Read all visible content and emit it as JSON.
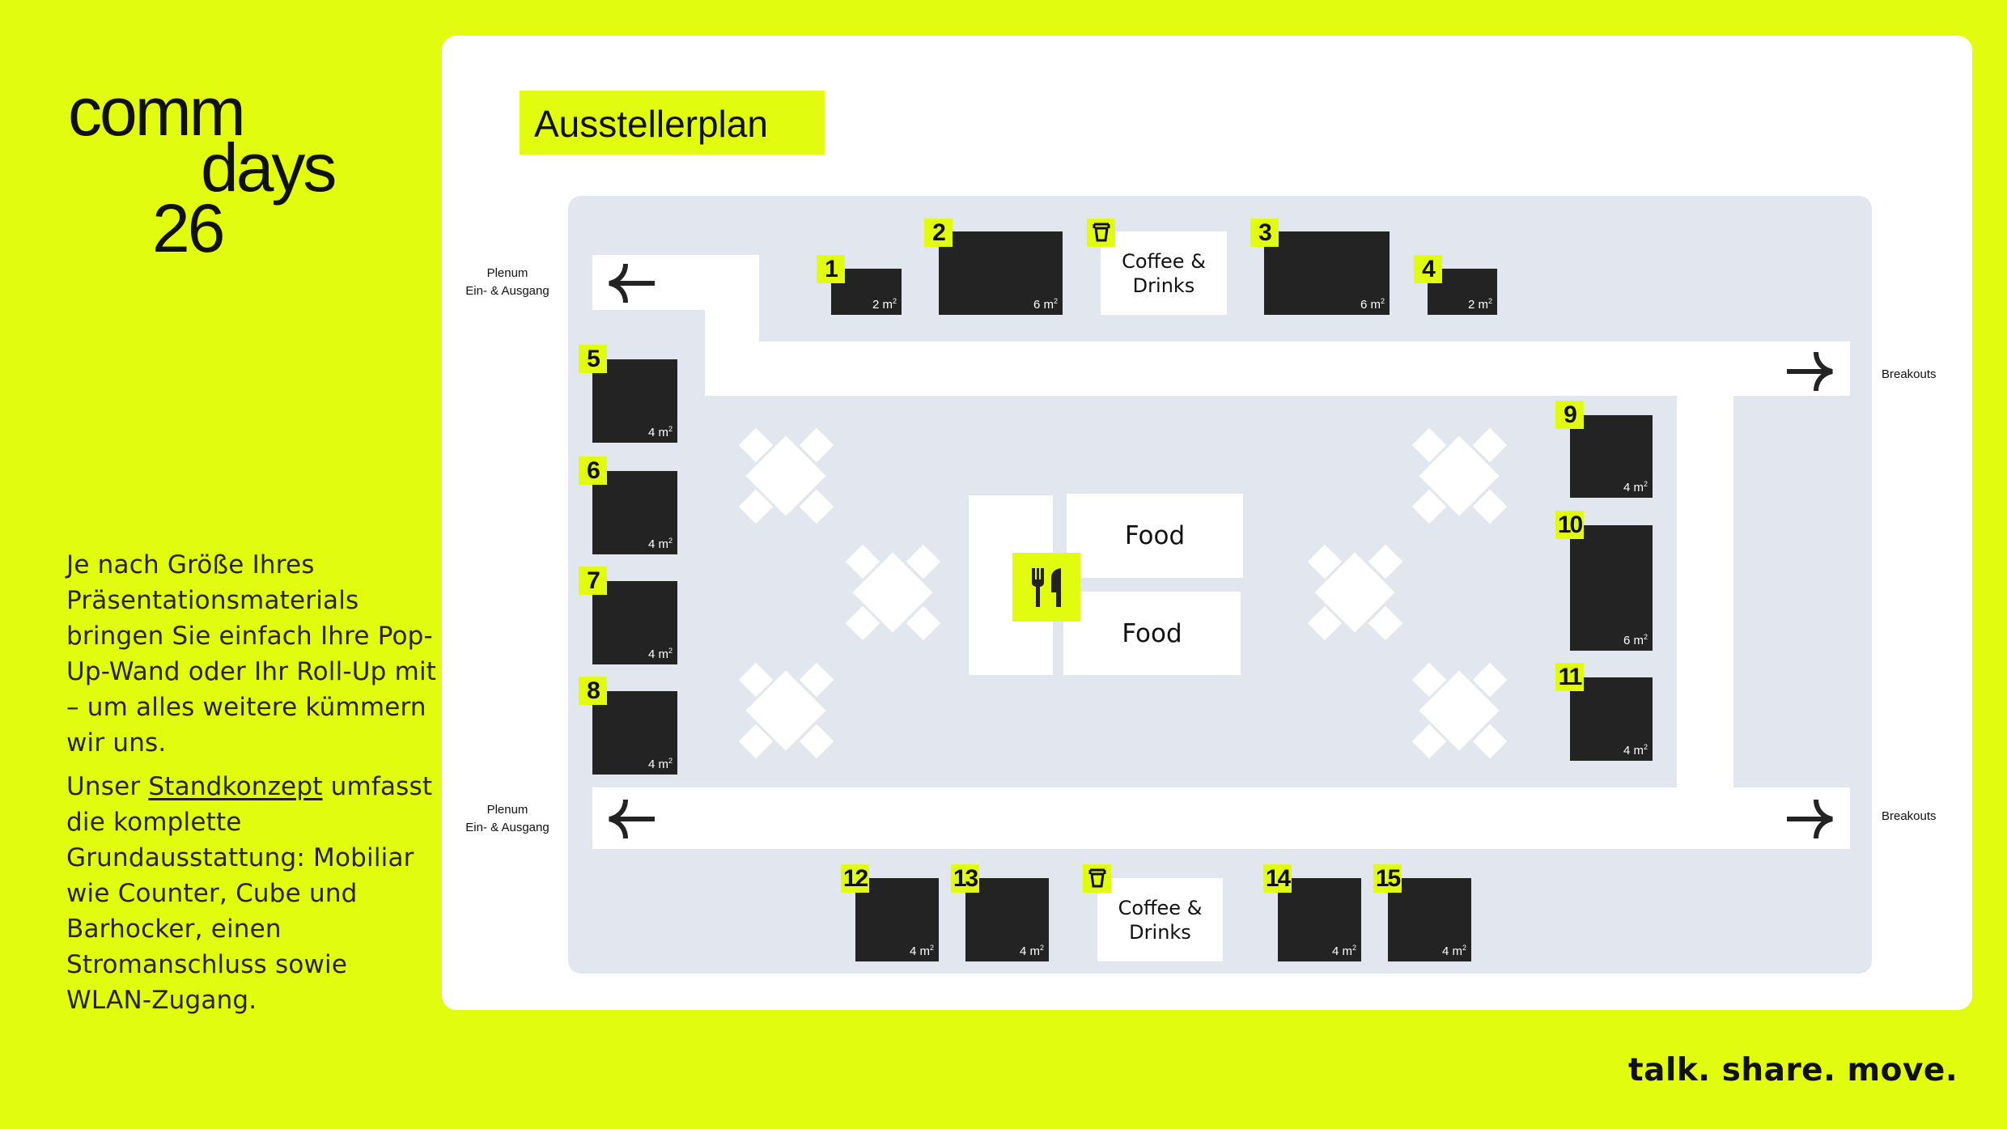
{
  "brand": {
    "logo_lines": [
      "comm",
      "days",
      "26"
    ],
    "tagline": "talk. share. move.",
    "colors": {
      "accent": "#e2fc10",
      "floor": "#e2e7ef",
      "booth": "#232323",
      "panel": "#ffffff"
    }
  },
  "intro": {
    "paragraph1": "Je nach Größe Ihres Präsentationsmaterials bringen Sie einfach Ihre Pop-Up-Wand oder Ihr Roll-Up mit – um alles weitere kümmern wir uns.",
    "paragraph2_prefix": "Unser ",
    "paragraph2_link": "Standkonzept",
    "paragraph2_suffix": " umfasst die komplette Grundausstattung: Mobiliar wie Counter, Cube und Barhocker, einen Stromanschluss sowie WLAN-Zugang."
  },
  "plan": {
    "title": "Ausstellerplan",
    "entrances": {
      "plenum_line1": "Plenum",
      "plenum_line2": "Ein- & Ausgang",
      "breakouts": "Breakouts"
    },
    "booths": [
      {
        "number": "1",
        "size": "2 m",
        "unit_sup": "2"
      },
      {
        "number": "2",
        "size": "6 m",
        "unit_sup": "2"
      },
      {
        "number": "3",
        "size": "6 m",
        "unit_sup": "2"
      },
      {
        "number": "4",
        "size": "2 m",
        "unit_sup": "2"
      },
      {
        "number": "5",
        "size": "4 m",
        "unit_sup": "2"
      },
      {
        "number": "6",
        "size": "4 m",
        "unit_sup": "2"
      },
      {
        "number": "7",
        "size": "4 m",
        "unit_sup": "2"
      },
      {
        "number": "8",
        "size": "4 m",
        "unit_sup": "2"
      },
      {
        "number": "9",
        "size": "4 m",
        "unit_sup": "2"
      },
      {
        "number": "10",
        "size": "6 m",
        "unit_sup": "2"
      },
      {
        "number": "11",
        "size": "4 m",
        "unit_sup": "2"
      },
      {
        "number": "12",
        "size": "4 m",
        "unit_sup": "2"
      },
      {
        "number": "13",
        "size": "4 m",
        "unit_sup": "2"
      },
      {
        "number": "14",
        "size": "4 m",
        "unit_sup": "2"
      },
      {
        "number": "15",
        "size": "4 m",
        "unit_sup": "2"
      }
    ],
    "coffee": {
      "line1": "Coffee &",
      "line2": "Drinks",
      "icon": "cup-icon"
    },
    "food": {
      "label_top": "Food",
      "label_bottom": "Food",
      "icon": "fork-knife-icon"
    }
  }
}
